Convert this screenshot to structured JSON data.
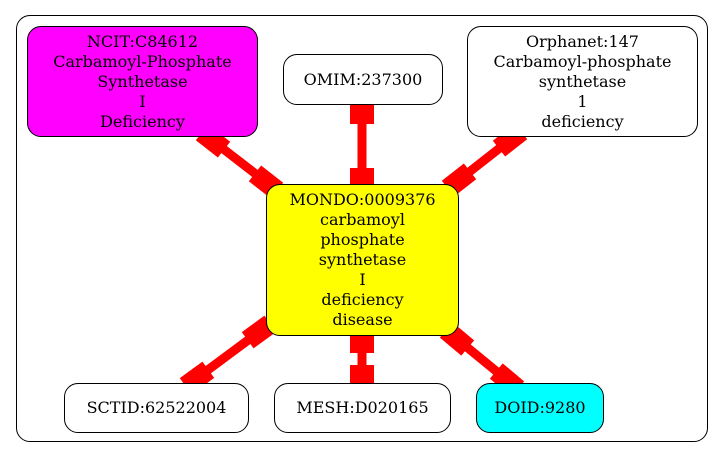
{
  "colors": {
    "edge": "#ff0000",
    "center": "#ffff00",
    "ncit": "#ff00ff",
    "doid": "#00ffff",
    "default": "#ffffff"
  },
  "nodes": {
    "center": {
      "label": "MONDO:0009376\ncarbamoyl\nphosphate\nsynthetase\nI\ndeficiency\ndisease"
    },
    "ncit": {
      "label": "NCIT:C84612\nCarbamoyl-Phosphate\nSynthetase\nI\nDeficiency"
    },
    "omim": {
      "label": "OMIM:237300"
    },
    "orphanet": {
      "label": "Orphanet:147\nCarbamoyl-phosphate\nsynthetase\n1\ndeficiency"
    },
    "sctid": {
      "label": "SCTID:62522004"
    },
    "mesh": {
      "label": "MESH:D020165"
    },
    "doid": {
      "label": "DOID:9280"
    }
  },
  "edges": [
    {
      "from": "center",
      "to": "ncit"
    },
    {
      "from": "center",
      "to": "omim"
    },
    {
      "from": "center",
      "to": "orphanet"
    },
    {
      "from": "center",
      "to": "sctid"
    },
    {
      "from": "center",
      "to": "mesh"
    },
    {
      "from": "center",
      "to": "doid"
    }
  ]
}
